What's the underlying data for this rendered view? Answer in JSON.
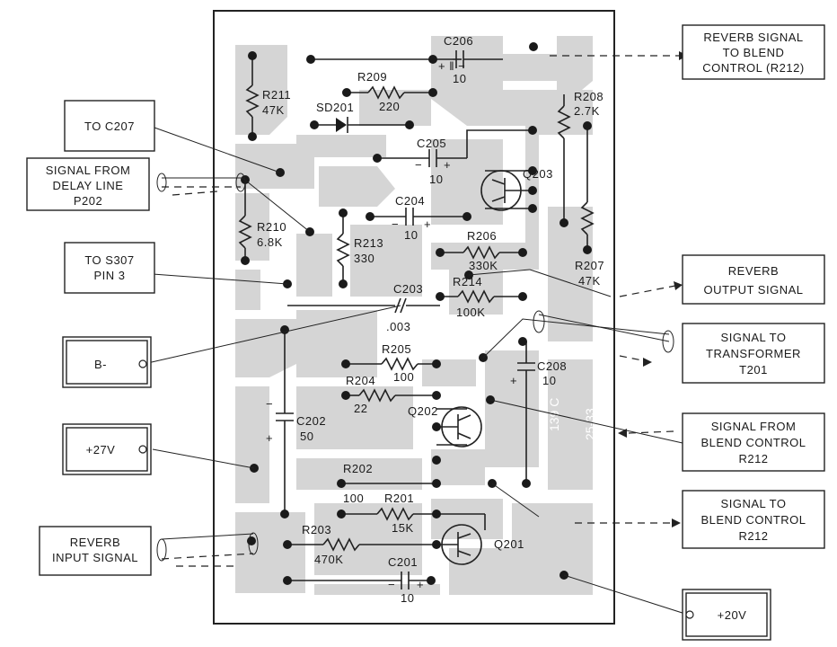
{
  "boxes": {
    "to_c207": "TO C207",
    "signal_from_delay_line": [
      "SIGNAL FROM",
      "DELAY LINE",
      "P202"
    ],
    "to_s307": [
      "TO S307",
      "PIN 3"
    ],
    "b_minus": "B-",
    "plus_27v": "+27V",
    "reverb_input_signal": [
      "REVERB",
      "INPUT SIGNAL"
    ],
    "reverb_signal_to_blend": [
      "REVERB SIGNAL",
      "TO BLEND",
      "CONTROL (R212)"
    ],
    "reverb_output_signal": [
      "REVERB",
      "OUTPUT SIGNAL"
    ],
    "signal_to_transformer": [
      "SIGNAL TO",
      "TRANSFORMER",
      "T201"
    ],
    "signal_from_blend": [
      "SIGNAL FROM",
      "BLEND CONTROL",
      "R212"
    ],
    "signal_to_blend": [
      "SIGNAL TO",
      "BLEND CONTROL",
      "R212"
    ],
    "plus_20v": "+20V"
  },
  "components": {
    "c206": {
      "name": "C206",
      "value": "10",
      "pol": "+ ‖ −"
    },
    "r209": {
      "name": "R209",
      "value": "220"
    },
    "r211": {
      "name": "R211",
      "value": "47K"
    },
    "sd201": {
      "name": "SD201"
    },
    "r208": {
      "name": "R208",
      "value": "2.7K"
    },
    "c205": {
      "name": "C205",
      "value": "10",
      "pol_neg": "−",
      "pol_pos": "+"
    },
    "q203": {
      "name": "Q203"
    },
    "c204": {
      "name": "C204",
      "value": "10",
      "pol_neg": "−",
      "pol_pos": "+"
    },
    "r210": {
      "name": "R210",
      "value": "6.8K"
    },
    "r213": {
      "name": "R213",
      "value": "330"
    },
    "r206": {
      "name": "R206",
      "value": "330K"
    },
    "r207": {
      "name": "R207",
      "value": "47K"
    },
    "c203": {
      "name": "C203",
      "value": ".003"
    },
    "r214": {
      "name": "R214",
      "value": "100K"
    },
    "r205": {
      "name": "R205",
      "value": "100"
    },
    "r204": {
      "name": "R204",
      "value": "22"
    },
    "c208": {
      "name": "C208",
      "value": "10",
      "pol_pos": "+"
    },
    "q202": {
      "name": "Q202"
    },
    "c202": {
      "name": "C202",
      "value": "50",
      "pol_neg": "−",
      "pol_pos": "+"
    },
    "r202": {
      "name": "R202",
      "value": "100"
    },
    "r201": {
      "name": "R201",
      "value": "15K"
    },
    "r203": {
      "name": "R203",
      "value": "470K"
    },
    "q201": {
      "name": "Q201"
    },
    "c201": {
      "name": "C201",
      "value": "10",
      "pol_neg": "−",
      "pol_pos": "+"
    }
  },
  "board_marking": [
    "139 C",
    "25-33"
  ]
}
